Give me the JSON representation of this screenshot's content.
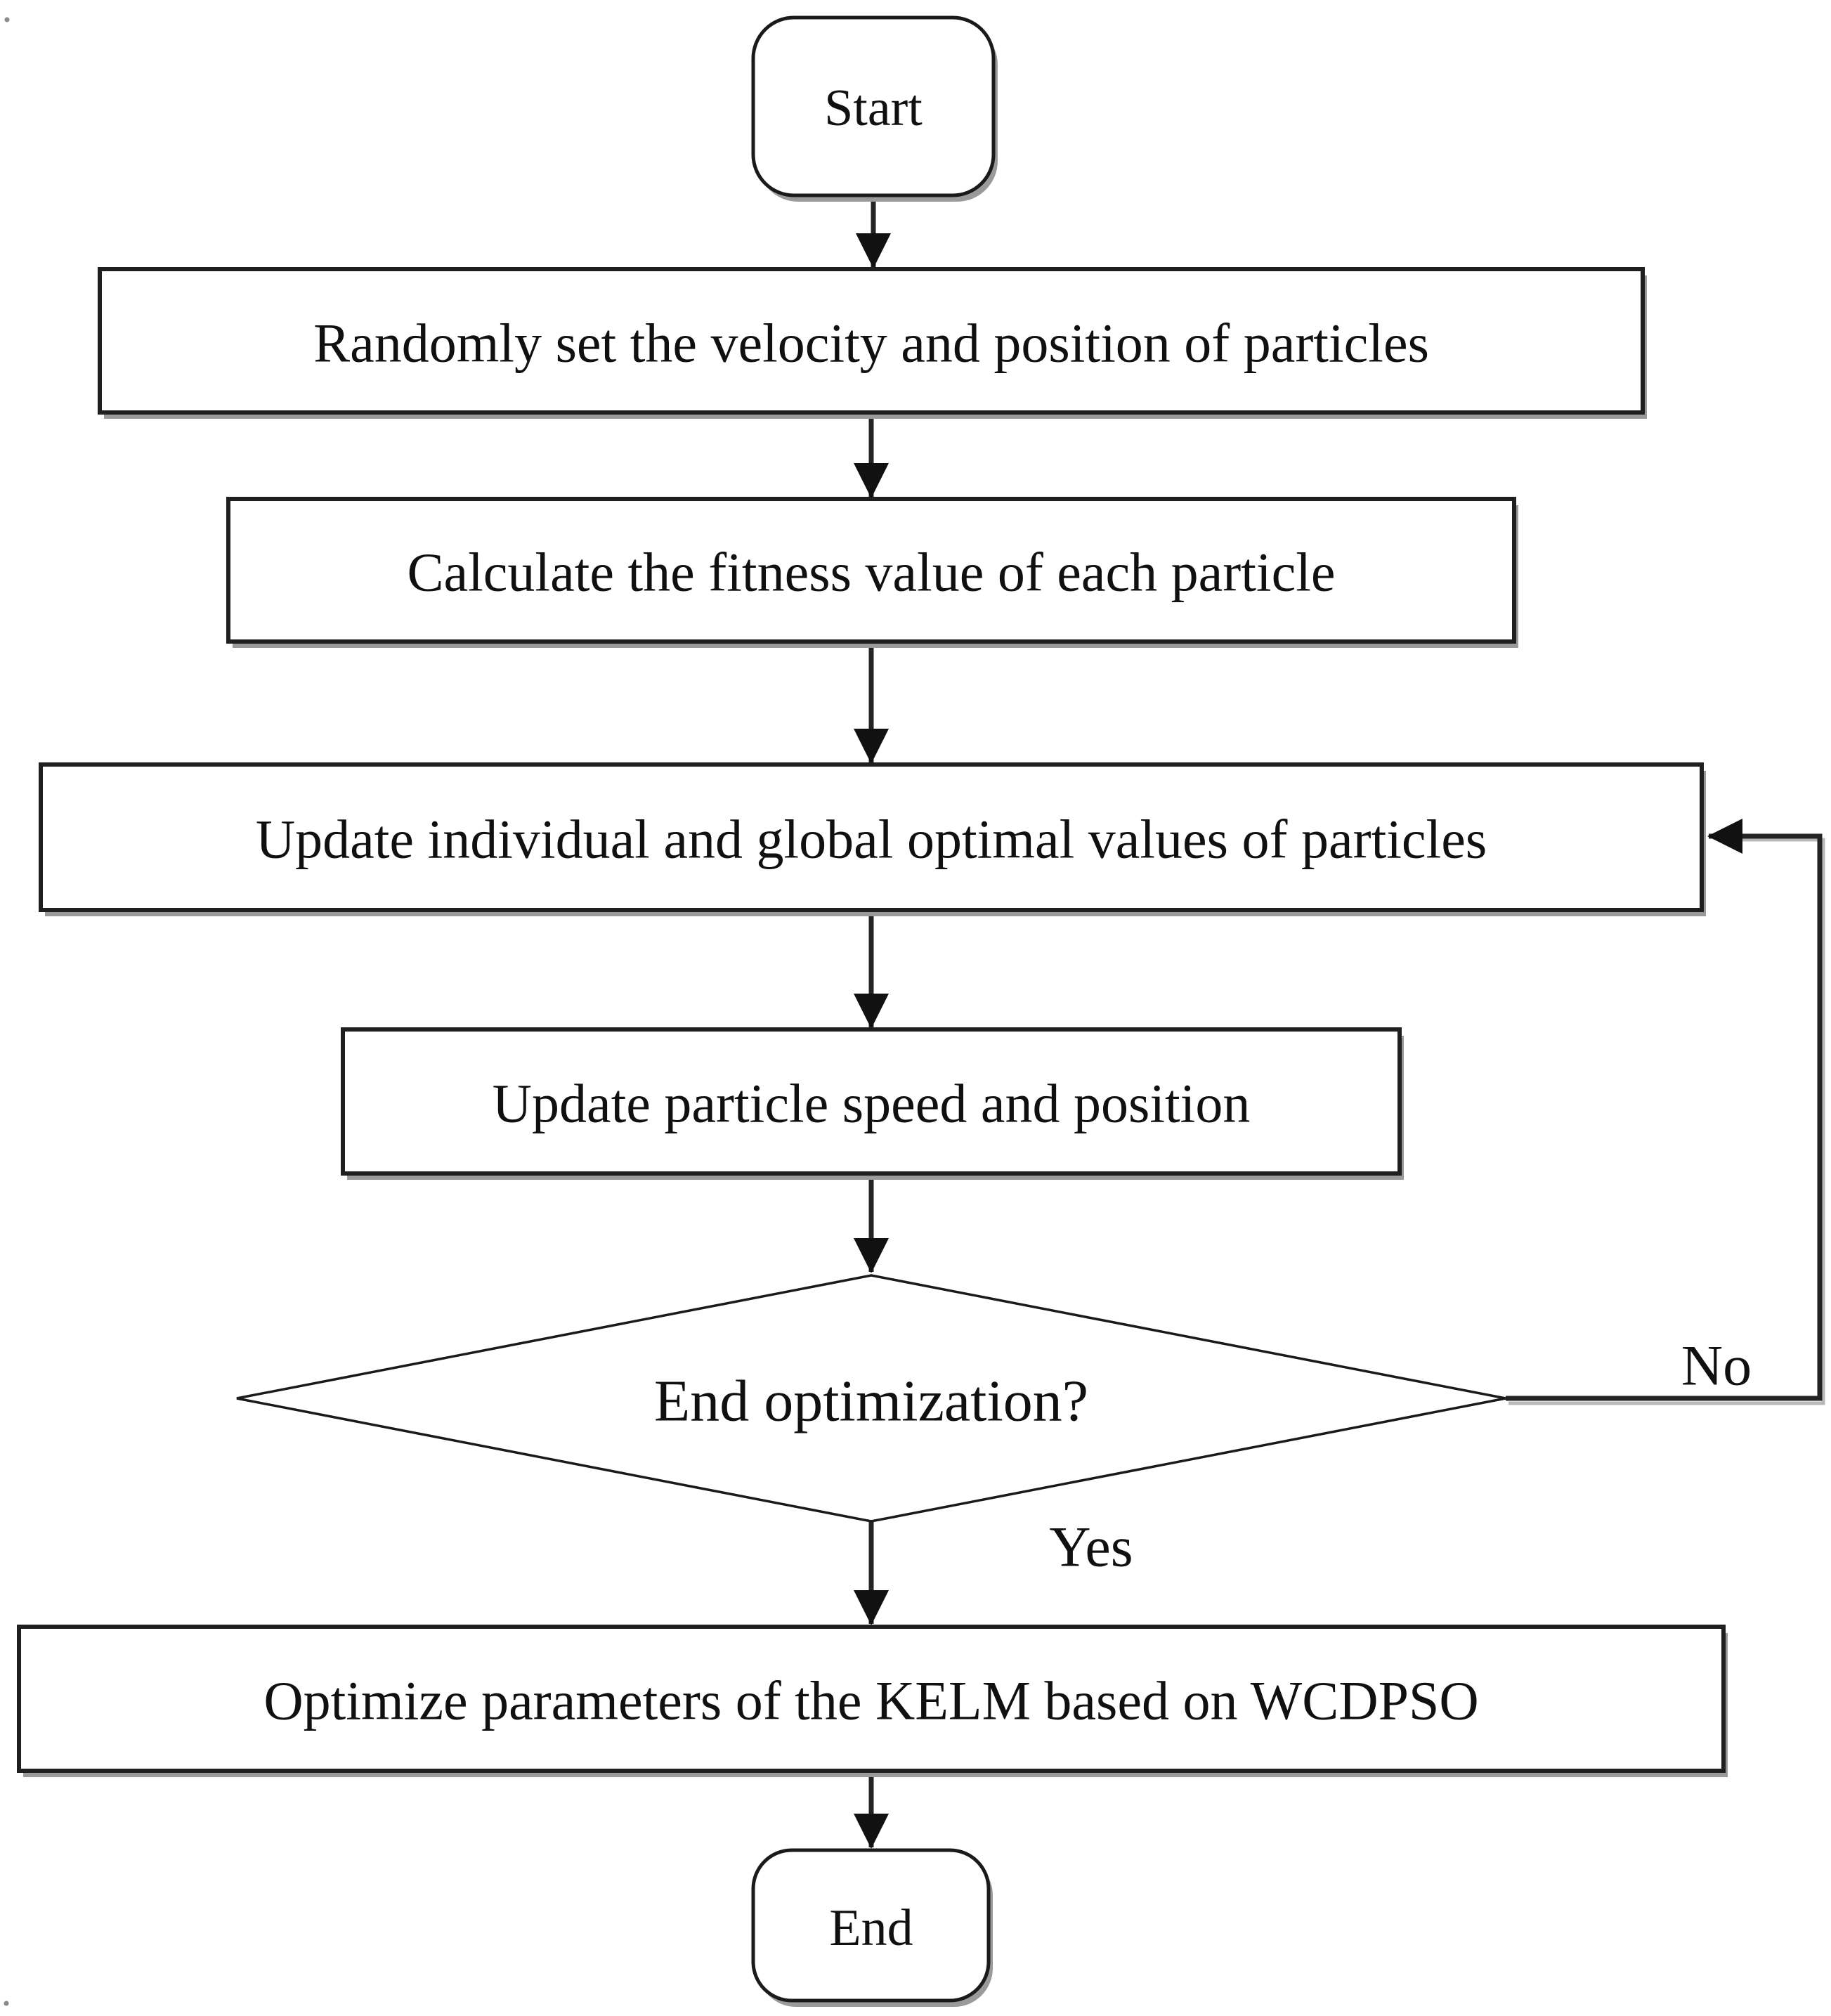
{
  "flowchart": {
    "nodes": {
      "start": {
        "type": "terminator",
        "label": "Start"
      },
      "random_init": {
        "type": "process",
        "label": "Randomly set the velocity and position of particles"
      },
      "fitness": {
        "type": "process",
        "label": "Calculate the fitness value of each particle"
      },
      "update_optima": {
        "type": "process",
        "label": "Update individual and global optimal values of particles"
      },
      "update_speed": {
        "type": "process",
        "label": "Update particle speed and position"
      },
      "end_optimization": {
        "type": "decision",
        "label": "End optimization?"
      },
      "optimize_kelm": {
        "type": "process",
        "label": "Optimize parameters of the KELM based on WCDPSO"
      },
      "end": {
        "type": "terminator",
        "label": "End"
      }
    },
    "branch_labels": {
      "yes": "Yes",
      "no": "No"
    },
    "connections": [
      {
        "from": "start",
        "to": "random_init",
        "label": ""
      },
      {
        "from": "random_init",
        "to": "fitness",
        "label": ""
      },
      {
        "from": "fitness",
        "to": "update_optima",
        "label": ""
      },
      {
        "from": "update_optima",
        "to": "update_speed",
        "label": ""
      },
      {
        "from": "update_speed",
        "to": "end_optimization",
        "label": ""
      },
      {
        "from": "end_optimization",
        "to": "optimize_kelm",
        "label": "Yes"
      },
      {
        "from": "end_optimization",
        "to": "update_optima",
        "label": "No"
      },
      {
        "from": "optimize_kelm",
        "to": "end",
        "label": ""
      }
    ],
    "colors": {
      "background": "#ffffff",
      "line": "#242424",
      "shape_stroke": "#1f1f1f",
      "shadow": "#9a9a9a",
      "text": "#101010"
    }
  }
}
